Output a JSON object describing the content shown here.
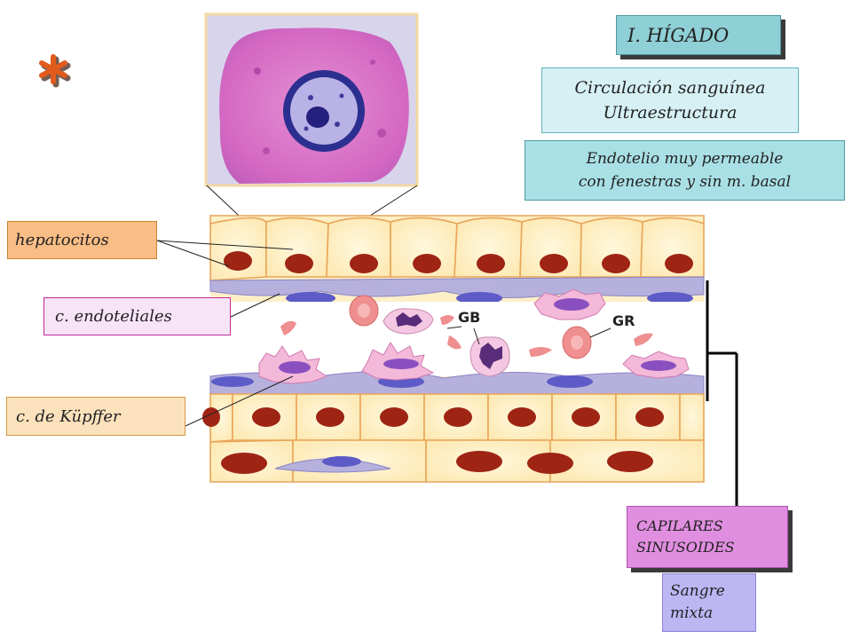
{
  "title": "I. HÍGADO",
  "circulation": {
    "line1": "Circulación sanguínea",
    "line2": "Ultraestructura"
  },
  "endothelium": {
    "line1": "Endotelio muy permeable",
    "line2": "con fenestras y sin m. basal"
  },
  "labels": {
    "hepatocytes": "hepatocitos",
    "endothelial_cells": "c. endoteliales",
    "kupffer_cells": "c. de Küpffer",
    "white_cell": "GB",
    "red_cell": "GR"
  },
  "capillaries": {
    "line1": "CAPILARES",
    "line2": "SINUSOIDES"
  },
  "blood": {
    "line1": "Sangre",
    "line2": "mixta"
  },
  "icons": {
    "asterisk": "asterisk-icon",
    "micrograph": "hepatocyte-micrograph"
  },
  "colors": {
    "hepatocyte_fill": "#fdf0c8",
    "hepatocyte_border": "#e8a65a",
    "nucleus": "#9e2414",
    "endothelium": "#b6b0dc",
    "endothelial_nucleus": "#5c5bc7",
    "kupffer": "#f4b8d9",
    "red_cell": "#ef8f8f",
    "asterisk": "#e05b1c"
  }
}
